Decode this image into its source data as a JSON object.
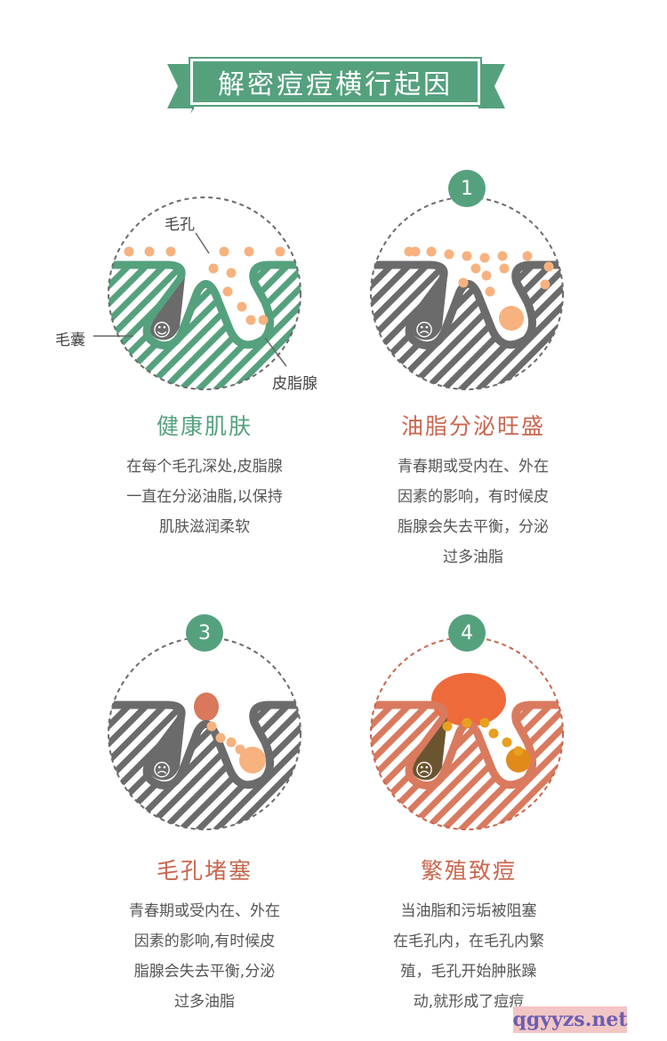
{
  "header": {
    "title": "解密痘痘横行起因"
  },
  "panels": [
    {
      "badge": "",
      "title": "健康肌肤",
      "title_color": "#55a17e",
      "desc": [
        "在每个毛孔深处,皮脂腺",
        "一直在分泌油脂,以保持",
        "肌肤滋润柔软"
      ],
      "labels": {
        "pore": "毛孔",
        "follicle": "毛囊",
        "gland": "皮脂腺"
      }
    },
    {
      "badge": "1",
      "title": "油脂分泌旺盛",
      "title_color": "#c9664f",
      "desc": [
        "青春期或受内在、外在",
        "因素的影响，有时候皮",
        "脂腺会失去平衡，分泌",
        "过多油脂"
      ]
    },
    {
      "badge": "3",
      "title": "毛孔堵塞",
      "title_color": "#c9664f",
      "desc": [
        "青春期或受内在、外在",
        "因素的影响,有时候皮",
        "脂腺会失去平衡,分泌",
        "过多油脂"
      ]
    },
    {
      "badge": "4",
      "title": "繁殖致痘",
      "title_color": "#c9664f",
      "desc": [
        "当油脂和污垢被阻塞",
        "在毛孔内，在毛孔内繁",
        "殖，毛孔开始肿胀躁",
        "动,就形成了痘痘"
      ]
    }
  ],
  "colors": {
    "green": "#55a17e",
    "red": "#c9664f",
    "gray": "#6b6b6b",
    "oil": "#f7b27f"
  },
  "watermark": "qgyyzs.net"
}
